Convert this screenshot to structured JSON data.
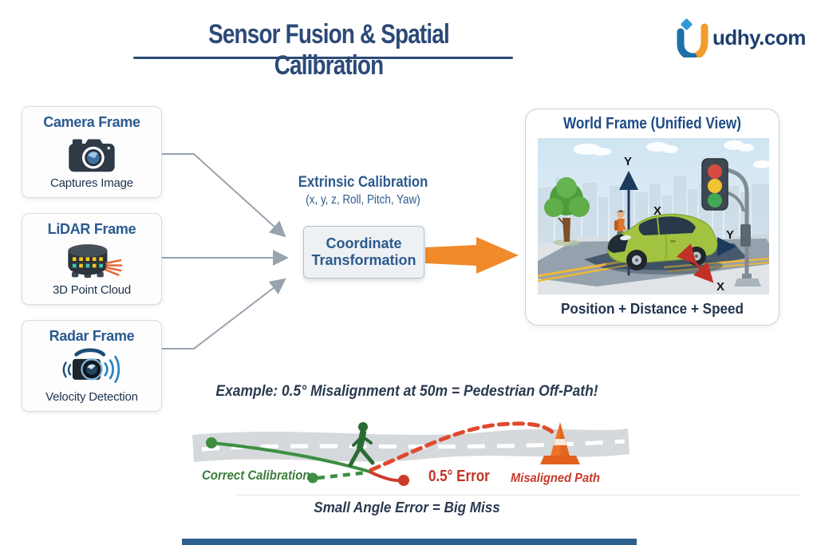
{
  "header": {
    "title": "Sensor Fusion & Spatial Calibration",
    "logo_text": "udhy.com"
  },
  "sensors": [
    {
      "title": "Camera Frame",
      "caption": "Captures Image",
      "icon": "camera-icon"
    },
    {
      "title": "LiDAR Frame",
      "caption": "3D Point Cloud",
      "icon": "lidar-icon"
    },
    {
      "title": "Radar Frame",
      "caption": "Velocity Detection",
      "icon": "radar-icon"
    }
  ],
  "calibration": {
    "heading": "Extrinsic Calibration",
    "params": "(x, y, z, Roll, Pitch, Yaw)",
    "box_line1": "Coordinate",
    "box_line2": "Transformation"
  },
  "world": {
    "title": "World Frame",
    "subtitle": "(Unified View)",
    "caption": "Position + Distance + Speed",
    "axis_y_vertical": "Y",
    "axis_x_center": "X",
    "axis_y_horizontal": "Y",
    "axis_x_diagonal": "X"
  },
  "example": {
    "heading": "Example: 0.5° Misalignment at 50m = Pedestrian Off-Path!",
    "correct_label": "Correct Calibration",
    "error_label": "0.5° Error",
    "error_sublabel": "Misaligned Path",
    "footer": "Small Angle Error = Big Miss"
  },
  "colors": {
    "title_blue": "#2c4a78",
    "heading_blue": "#2b5a8e",
    "body_navy": "#22354e",
    "connector_gray": "#98a3ae",
    "arrow_orange": "#f08a2a",
    "correct_green": "#3a7d3c",
    "error_red": "#c13528",
    "road_gray": "#d5d9dc",
    "car_green": "#a2c340",
    "footer_bar_blue": "#2d5f8e"
  }
}
